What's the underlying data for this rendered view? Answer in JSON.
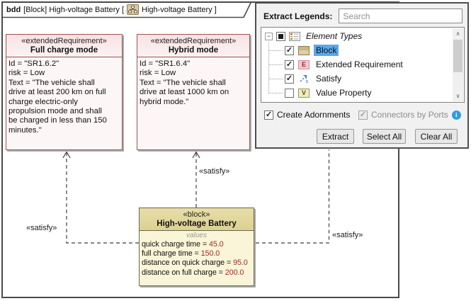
{
  "diagram": {
    "tab": {
      "kind": "bdd",
      "context": "[Block] High-voltage Battery [",
      "diagram_name": "High-voltage Battery ]"
    },
    "requirements": [
      {
        "stereotype": "«extendedRequirement»",
        "name": "Full charge mode",
        "body": "Id = \"SR1.6.2\"\nrisk = Low\nText = \"The vehicle shall\ndrive at least 200 km on full\ncharge electric-only\npropulsion mode and shall\nbe charged in less than 150\nminutes.\""
      },
      {
        "stereotype": "«extendedRequirement»",
        "name": "Hybrid mode",
        "body": "Id = \"SR1.6.4\"\nrisk = Low\nText = \"The vehicle shall\ndrive at least 1000 km on\nhybrid mode.\""
      }
    ],
    "block": {
      "stereotype": "«block»",
      "name": "High-voltage Battery",
      "compartment_label": "values",
      "values": [
        {
          "name": "quick charge time",
          "eq": " = ",
          "value": "45.0"
        },
        {
          "name": "full charge time",
          "eq": " = ",
          "value": "150.0"
        },
        {
          "name": "distance on quick charge",
          "eq": " = ",
          "value": "95.0"
        },
        {
          "name": "distance on full charge",
          "eq": " = ",
          "value": "200.0"
        }
      ]
    },
    "satisfy_labels": [
      "«satisfy»",
      "«satisfy»",
      "«satisfy»"
    ]
  },
  "panel": {
    "title": "Extract Legends:",
    "search_placeholder": "Search",
    "tree": {
      "root_label": "Element Types",
      "items": [
        {
          "label": "Block",
          "icon": "block-icon",
          "icon_letter": "",
          "checked": true,
          "selected": true
        },
        {
          "label": "Extended Requirement",
          "icon": "extended-requirement-icon",
          "icon_letter": "E",
          "checked": true,
          "selected": false
        },
        {
          "label": "Satisfy",
          "icon": "satisfy-icon",
          "icon_letter": "s",
          "checked": true,
          "selected": false
        },
        {
          "label": "Value Property",
          "icon": "value-property-icon",
          "icon_letter": "V",
          "checked": false,
          "selected": false
        }
      ]
    },
    "options": {
      "create_adornments": {
        "label": "Create Adornments",
        "checked": true,
        "enabled": true
      },
      "connectors_by_ports": {
        "label": "Connectors by Ports",
        "checked": true,
        "enabled": false
      }
    },
    "buttons": {
      "extract": "Extract",
      "select_all": "Select All",
      "clear_all": "Clear All"
    },
    "glyphs": {
      "check": "✓",
      "minus": "−",
      "info": "i",
      "scroll_up": "∧",
      "scroll_down": "∨"
    }
  },
  "colors": {
    "requirement_border": "#9d5353",
    "block_border": "#69694f",
    "selection_blue": "#58a8ea",
    "value_number": "#9e2a2a",
    "info_icon": "#2e9be6"
  }
}
